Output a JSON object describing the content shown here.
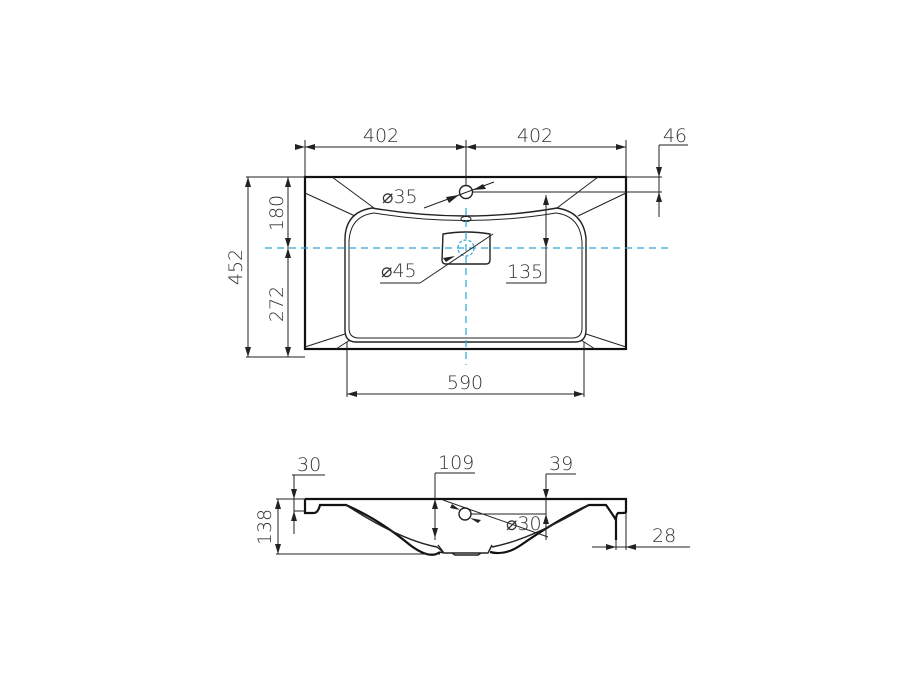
{
  "drawing": {
    "top_view": {
      "width_left": "402",
      "width_right": "402",
      "faucet_offset": "46",
      "faucet_hole": "⌀35",
      "depth_total": "452",
      "depth_back": "180",
      "depth_front": "272",
      "drain": "⌀45",
      "drain_offset": "135",
      "bowl_width": "590"
    },
    "side_view": {
      "rim": "30",
      "bowl_depth": "109",
      "overflow_offset": "39",
      "overflow_hole": "⌀30",
      "height_total": "138",
      "lip": "28"
    },
    "colors": {
      "line": "#222222",
      "centerline": "#2aa6d6"
    }
  }
}
